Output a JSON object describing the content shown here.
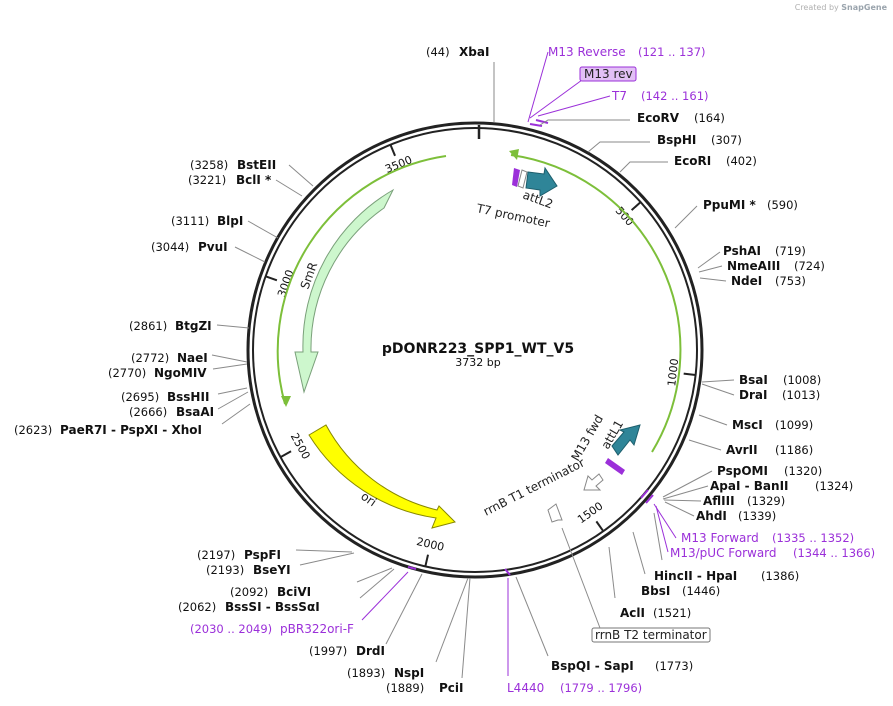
{
  "watermark": {
    "created": "Created by",
    "brand": "SnapGene"
  },
  "plasmid": {
    "name": "pDONR223_SPP1_WT_V5",
    "size_label": "3732 bp",
    "length": 3732
  },
  "ring_ticks": [
    {
      "pos": 500,
      "label": "500"
    },
    {
      "pos": 1000,
      "label": "1000"
    },
    {
      "pos": 1500,
      "label": "1500"
    },
    {
      "pos": 2000,
      "label": "2000"
    },
    {
      "pos": 2500,
      "label": "2500"
    },
    {
      "pos": 3000,
      "label": "3000"
    },
    {
      "pos": 3500,
      "label": "3500"
    }
  ],
  "sites": [
    {
      "name": "XbaI",
      "pos": "(44)",
      "side": "left"
    },
    {
      "name": "EcoRV",
      "pos": "(164)",
      "side": "right"
    },
    {
      "name": "BspHI",
      "pos": "(307)",
      "side": "right"
    },
    {
      "name": "EcoRI",
      "pos": "(402)",
      "side": "right"
    },
    {
      "name": "PpuMI *",
      "pos": "(590)",
      "side": "right"
    },
    {
      "name": "PshAI",
      "pos": "(719)",
      "side": "right"
    },
    {
      "name": "NmeAIII",
      "pos": "(724)",
      "side": "right"
    },
    {
      "name": "NdeI",
      "pos": "(753)",
      "side": "right"
    },
    {
      "name": "BsaI",
      "pos": "(1008)",
      "side": "right"
    },
    {
      "name": "DraI",
      "pos": "(1013)",
      "side": "right"
    },
    {
      "name": "MscI",
      "pos": "(1099)",
      "side": "right"
    },
    {
      "name": "AvrII",
      "pos": "(1186)",
      "side": "right"
    },
    {
      "name": "PspOMI",
      "pos": "(1320)",
      "side": "right"
    },
    {
      "name": "ApaI - BanII",
      "pos": "(1324)",
      "side": "right"
    },
    {
      "name": "AflIII",
      "pos": "(1329)",
      "side": "right"
    },
    {
      "name": "AhdI",
      "pos": "(1339)",
      "side": "right"
    },
    {
      "name": "HincII - HpaI",
      "pos": "(1386)",
      "side": "right"
    },
    {
      "name": "BbsI",
      "pos": "(1446)",
      "side": "right"
    },
    {
      "name": "AclI",
      "pos": "(1521)",
      "side": "right"
    },
    {
      "name": "BspQI - SapI",
      "pos": "(1773)",
      "side": "right"
    },
    {
      "name": "PciI",
      "pos": "(1889)",
      "side": "left"
    },
    {
      "name": "NspI",
      "pos": "(1893)",
      "side": "left"
    },
    {
      "name": "DrdI",
      "pos": "(1997)",
      "side": "left"
    },
    {
      "name": "BssSI - BssSαI",
      "pos": "(2062)",
      "side": "left"
    },
    {
      "name": "BciVI",
      "pos": "(2092)",
      "side": "left"
    },
    {
      "name": "BseYI",
      "pos": "(2193)",
      "side": "left"
    },
    {
      "name": "PspFI",
      "pos": "(2197)",
      "side": "left"
    },
    {
      "name": "PaeR7I - PspXI - XhoI",
      "pos": "(2623)",
      "side": "left"
    },
    {
      "name": "BsaAI",
      "pos": "(2666)",
      "side": "left"
    },
    {
      "name": "BssHII",
      "pos": "(2695)",
      "side": "left"
    },
    {
      "name": "NgoMIV",
      "pos": "(2770)",
      "side": "left"
    },
    {
      "name": "NaeI",
      "pos": "(2772)",
      "side": "left"
    },
    {
      "name": "BtgZI",
      "pos": "(2861)",
      "side": "left"
    },
    {
      "name": "PvuI",
      "pos": "(3044)",
      "side": "left"
    },
    {
      "name": "BlpI",
      "pos": "(3111)",
      "side": "left"
    },
    {
      "name": "BclI *",
      "pos": "(3221)",
      "side": "left"
    },
    {
      "name": "BstEII",
      "pos": "(3258)",
      "side": "left"
    }
  ],
  "primers": [
    {
      "name": "M13 Reverse",
      "range": "(121 .. 137)"
    },
    {
      "name": "T7",
      "range": "(142 .. 161)"
    },
    {
      "name": "M13 Forward",
      "range": "(1335 .. 1352)"
    },
    {
      "name": "M13/pUC Forward",
      "range": "(1344 .. 1366)"
    },
    {
      "name": "pBR322ori-F",
      "range": "(2030 .. 2049)"
    },
    {
      "name": "L4440",
      "range": "(1779 .. 1796)"
    }
  ],
  "features": {
    "m13rev_box": "M13 rev",
    "attL2": "attL2",
    "t7_promoter": "T7 promoter",
    "m13fwd": "M13 fwd",
    "attL1": "attL1",
    "rrnB_T1": "rrnB T1 terminator",
    "rrnB_T2_box": "rrnB T2 terminator",
    "SmR": "SmR",
    "ori": "ori"
  },
  "colors": {
    "primer": "#9b30d9",
    "orf_green": "#cdf7cd",
    "ori_yellow": "#ffff00",
    "att_teal": "#2f8598",
    "ring": "#222222",
    "orf_line": "#7dbf3a"
  }
}
